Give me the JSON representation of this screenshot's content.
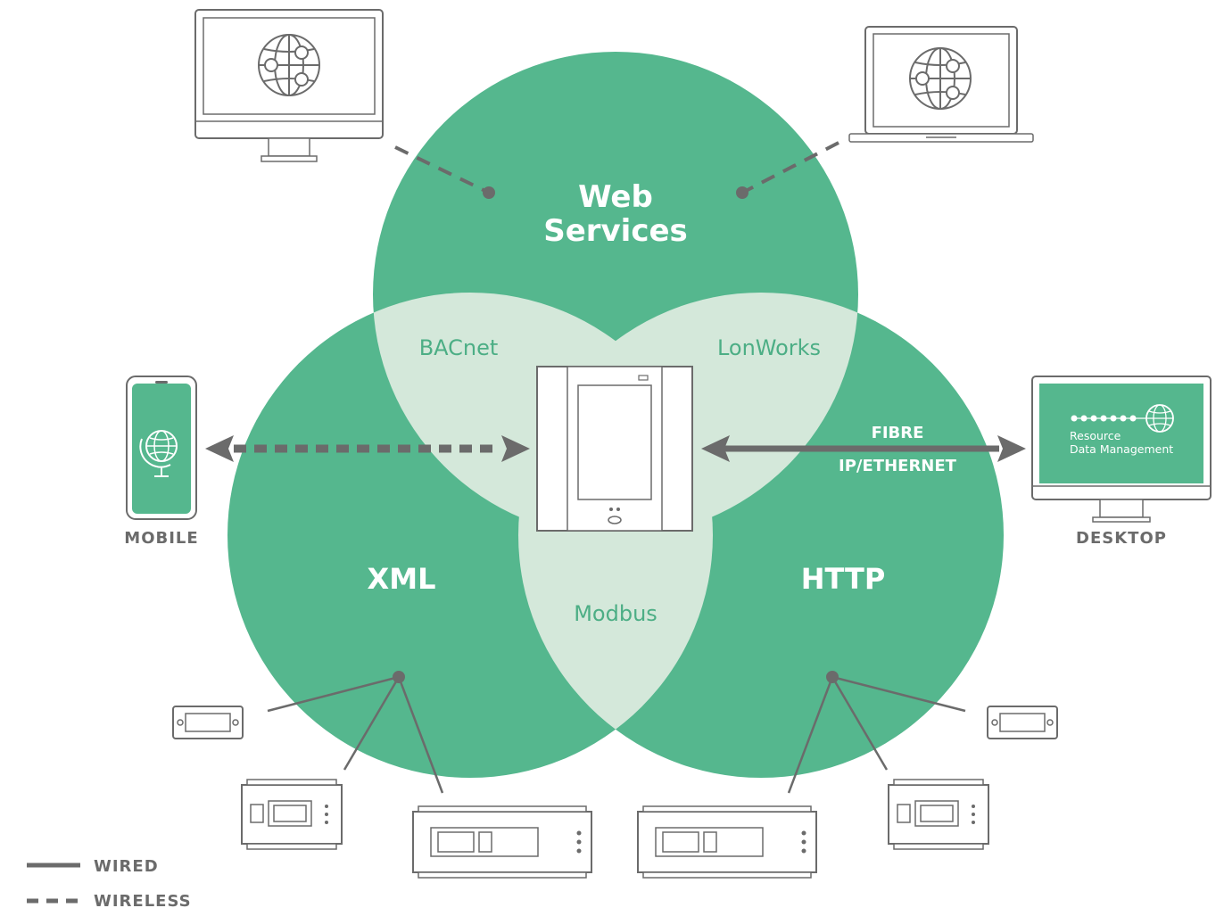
{
  "colors": {
    "circle": "#55b78e",
    "overlap": "#d4e8da",
    "device_stroke": "#6b6b6b",
    "connector": "#6b6b6b",
    "text_white": "#ffffff",
    "text_green": "#4cae85",
    "desktop_screen": "#55b78e"
  },
  "circles": {
    "top_label_line1": "Web",
    "top_label_line2": "Services",
    "left_label": "XML",
    "right_label": "HTTP"
  },
  "overlaps": {
    "top_left": "BACnet",
    "top_right": "LonWorks",
    "bottom": "Modbus"
  },
  "devices": {
    "mobile_label": "MOBILE",
    "desktop_label": "DESKTOP",
    "desktop_screen_line1": "Resource",
    "desktop_screen_line2": "Data Management",
    "monitor_icon": "globe-network-icon",
    "laptop_icon": "globe-network-icon",
    "mobile_icon": "globe-icon",
    "desktop_icon": "globe-icon"
  },
  "connection": {
    "line1": "FIBRE",
    "line2": "IP/ETHERNET"
  },
  "legend": {
    "wired": "WIRED",
    "wireless": "WIRELESS"
  }
}
